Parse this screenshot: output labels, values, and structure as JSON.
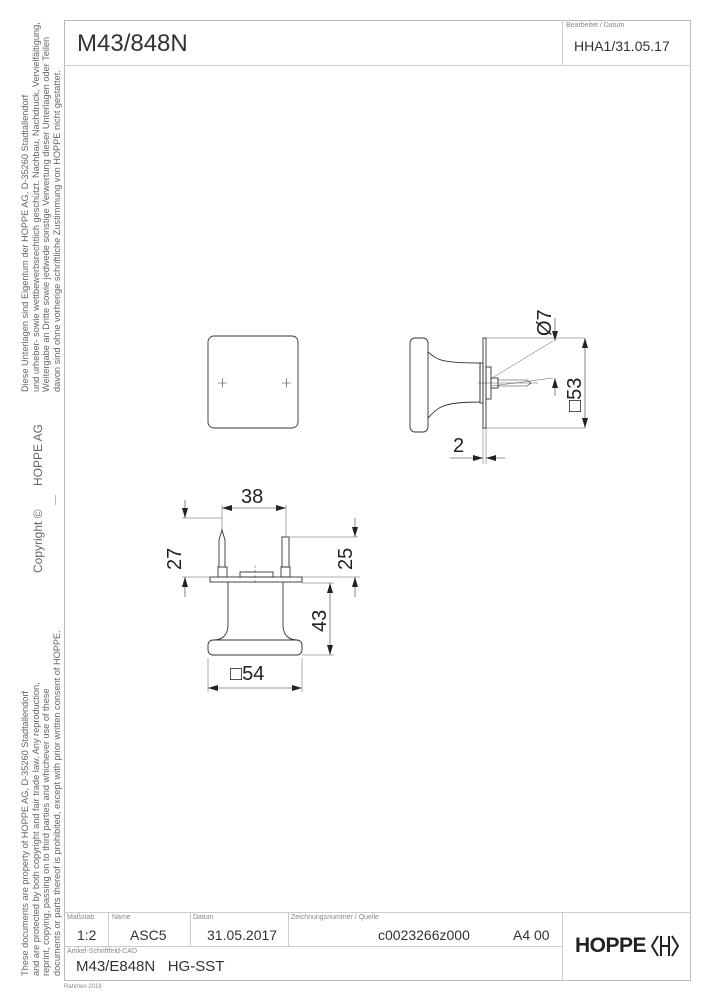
{
  "header": {
    "title": "M43/848N",
    "edited_label": "Bearbeitet  / Datum",
    "edited_value": "HHA1/31.05.17"
  },
  "side": {
    "german_lines": [
      "Diese Unterlagen sind Eigentum der  HOPPE AG, D-35260 Stadtallendorf",
      "und urheber- sowie wettbewerbsrechtlich geschützt. Nachbau, Nachdruck, Vervielfältigung,",
      "Weitergabe an Dritte sowie jedwede sonstige Verwertung dieser Unterlagen oder Teilen",
      "davon sind ohne vorherige schriftliche Zustimmung von HOPPE nicht gestattet."
    ],
    "company": "HOPPE  AG",
    "copyright": "Copyright ©",
    "english_lines": [
      "These documents are property of HOPPE AG, D-35260 Stadtallendorf",
      "and are protected by both copyright and fair trade law. Any reproduction,",
      "reprint, copying, passing on to third parties and whichever use of these",
      "documents or parts thereof is prohibited, except with prior written consent of HOPPE."
    ]
  },
  "drawing": {
    "dims": {
      "d7": "Ø7",
      "sq53": "□53",
      "t2": "2",
      "w38": "38",
      "h27": "27",
      "h25": "25",
      "h43": "43",
      "sq54": "□54"
    }
  },
  "titleblock": {
    "scale_label": "Maßstab",
    "scale": "1:2",
    "name_label": "Name",
    "name": "ASC5",
    "date_label": "Datum",
    "date": "31.05.2017",
    "drawing_no_label": "Zeichnungsnummer / Quelle",
    "drawing_no": "c0023266z000",
    "format": "A4 00",
    "article_label": "Artikel-Schriftfeld-CAD",
    "article": "M43/E848N   HG-SST",
    "logo": "HOPPE",
    "frame_note": "Rahmen 2016"
  }
}
